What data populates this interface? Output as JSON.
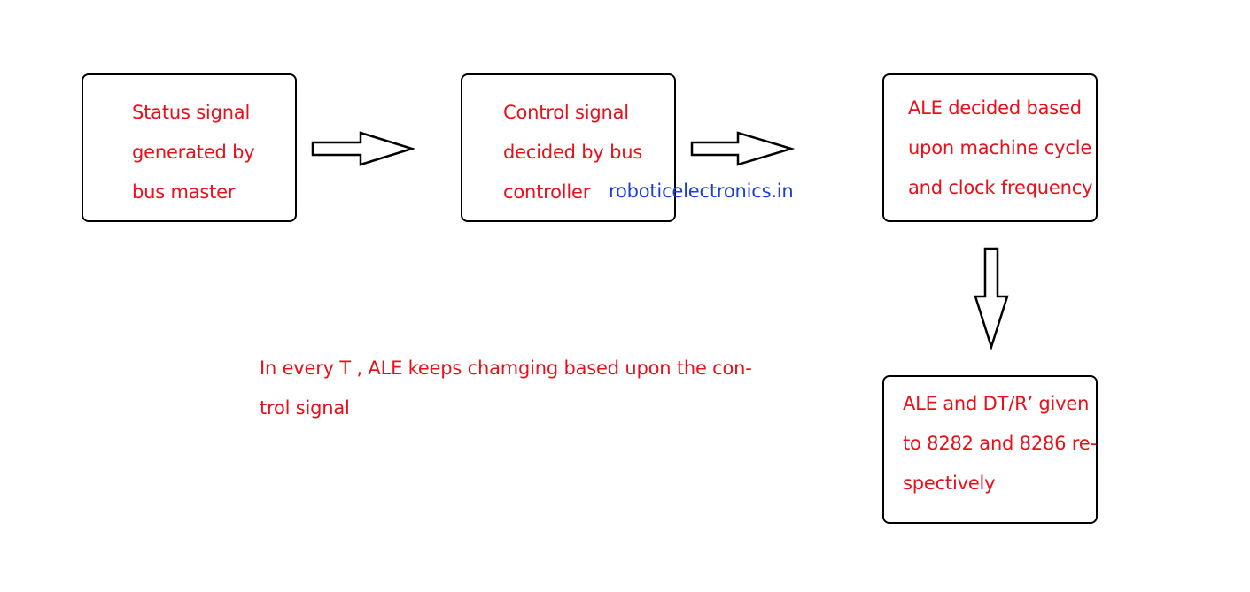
{
  "boxes": {
    "status": "Status signal\ngenerated by\nbus master",
    "control": "Control signal\ndecided by bus\ncontroller",
    "ale": "ALE decided based\nupon machine cycle\nand clock frequency",
    "given": "ALE and DT/R’ given\nto 8282 and 8286 re-\nspectively"
  },
  "note": "In every T , ALE keeps chamging based upon the con-\ntrol signal",
  "watermark": "roboticelectronics.in",
  "colors": {
    "text": "#e8101b",
    "watermark": "#1a3fd6",
    "border": "#000000"
  }
}
